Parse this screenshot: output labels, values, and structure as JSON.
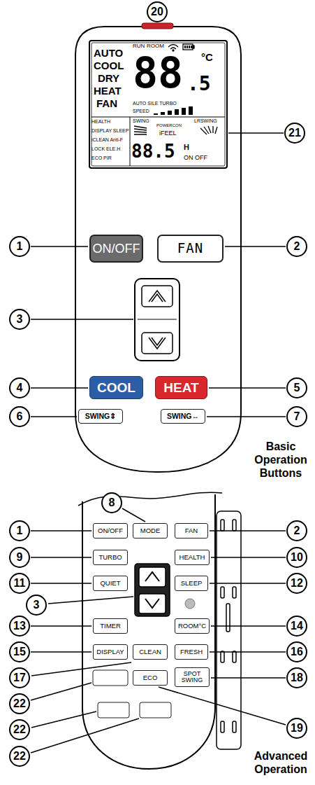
{
  "diagram": {
    "nodes": [
      {
        "text": [
          "AUTO",
          "COOL",
          "DRY",
          "HEAT",
          "FAN",
          "RUN",
          "ROOM",
          "°C",
          "88",
          ".5",
          "AUTO SILE TURBO",
          "SPEED",
          "HEALTH",
          "DISPLAY SLEEP",
          "iCLEAN Anti-F",
          "LOCK ELE.H",
          "ECO PIR",
          "SWING",
          "POWERCON",
          "LRSWING",
          "iFEEL",
          "88.5",
          "H",
          "ON OFF"
        ]
      },
      {
        "text": [
          "ON/OFF"
        ]
      },
      {
        "text": [
          "FAN"
        ]
      },
      {
        "text": [
          "COOL"
        ]
      },
      {
        "text": [
          "HEAT"
        ]
      },
      {
        "text": [
          "SWING⇕"
        ]
      },
      {
        "text": [
          "SWING↔"
        ]
      },
      {
        "text": [
          "ON/OFF"
        ]
      },
      {
        "text": [
          "MODE"
        ]
      },
      {
        "text": [
          "FAN"
        ]
      },
      {
        "text": [
          "TURBO"
        ]
      },
      {
        "text": [
          "HEALTH"
        ]
      },
      {
        "text": [
          "QUIET"
        ]
      },
      {
        "text": [
          "SLEEP"
        ]
      },
      {
        "text": [
          "TIMER"
        ]
      },
      {
        "text": [
          "ROOM°C"
        ]
      },
      {
        "text": [
          "DISPLAY"
        ]
      },
      {
        "text": [
          "CLEAN"
        ]
      },
      {
        "text": [
          "FRESH"
        ]
      },
      {
        "text": [
          "SPOT SWING"
        ]
      },
      {
        "text": [
          "ECO"
        ]
      }
    ],
    "labels": [
      "20",
      "21",
      "1",
      "2",
      "3",
      "4",
      "5",
      "6",
      "7",
      "Basic Operation Buttons",
      "8",
      "1",
      "2",
      "9",
      "10",
      "11",
      "3",
      "12",
      "13",
      "14",
      "15",
      "16",
      "17",
      "18",
      "22",
      "19",
      "22",
      "22",
      "Advanced Operation"
    ]
  }
}
